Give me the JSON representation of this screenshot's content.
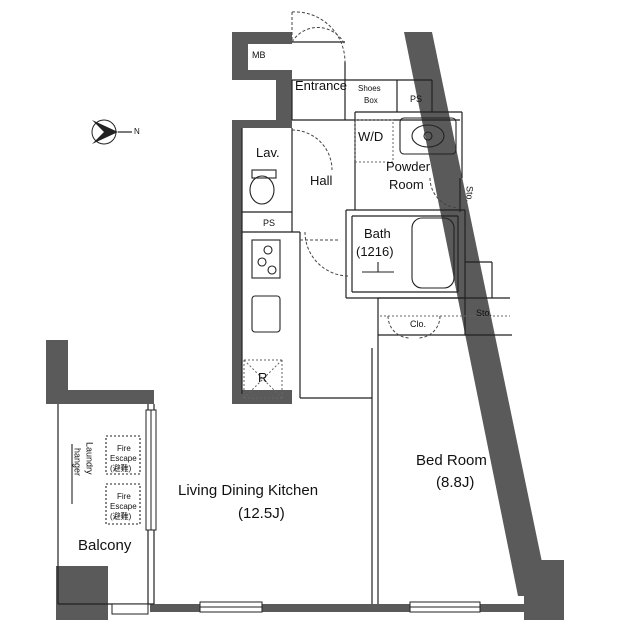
{
  "rooms": {
    "mb": "MB",
    "entrance": "Entrance",
    "shoes_box_line1": "Shoes",
    "shoes_box_line2": "Box",
    "ps_top": "PS",
    "wd": "W/D",
    "lav": "Lav.",
    "hall": "Hall",
    "powder_line1": "Powder",
    "powder_line2": "Room",
    "sto_upper": "Sto.",
    "ps_lower": "PS",
    "bath_line1": "Bath",
    "bath_line2": "(1216)",
    "clo": "Clo.",
    "sto_lower": "Sto.",
    "fridge": "R",
    "laundry_line1": "Laundry",
    "laundry_line2": "hanger",
    "fire_escape_1_line1": "Fire",
    "fire_escape_1_line2": "Escape",
    "fire_escape_1_line3": "(避難)",
    "fire_escape_2_line1": "Fire",
    "fire_escape_2_line2": "Escape",
    "fire_escape_2_line3": "(避難)",
    "ldk_line1": "Living Dining Kitchen",
    "ldk_line2": "(12.5J)",
    "bed_line1": "Bed Room",
    "bed_line2": "(8.8J)",
    "balcony": "Balcony"
  },
  "compass": {
    "label": "N",
    "icon": "north-arrow-icon"
  },
  "colors": {
    "wall": "#5a5a5a",
    "line": "#222222",
    "dash": "#666666",
    "background": "#ffffff"
  }
}
